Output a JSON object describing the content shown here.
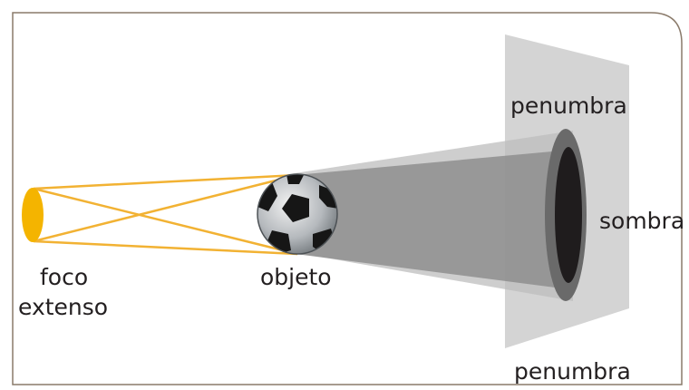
{
  "labels": {
    "source": "foco",
    "source_line2": "extenso",
    "object": "objeto",
    "penumbra_top": "penumbra",
    "penumbra_bottom": "penumbra",
    "umbra": "sombra"
  },
  "colors": {
    "border": "#8a7a6a",
    "light_rays": "#f2b233",
    "light_source": "#f4b400",
    "screen": "#d4d4d4",
    "penumbra_cone": "#c2c2c2",
    "umbra_cone": "#8e8e8e",
    "penumbra_ring": "#6a6a6a",
    "umbra_spot": "#1f1c1d",
    "text": "#231f20"
  }
}
